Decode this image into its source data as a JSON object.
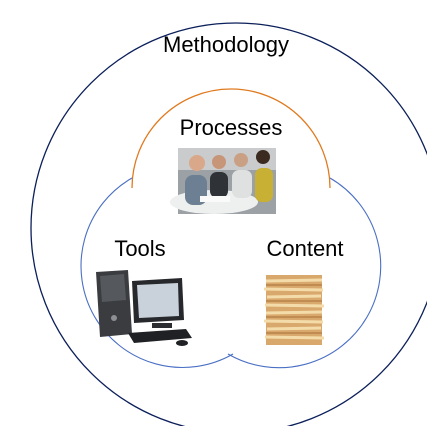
{
  "diagram": {
    "outer_label": "Methodology",
    "top_label": "Processes",
    "left_label": "Tools",
    "right_label": "Content",
    "colors": {
      "outer_circle": "#0b1f5a",
      "processes_arc": "#e07a1f",
      "tools_content_arc": "#4a6fc4",
      "label_text": "#000000"
    },
    "icons": {
      "processes": "people-meeting-photo",
      "tools": "desktop-computer-photo",
      "content": "paper-stack-photo"
    }
  }
}
